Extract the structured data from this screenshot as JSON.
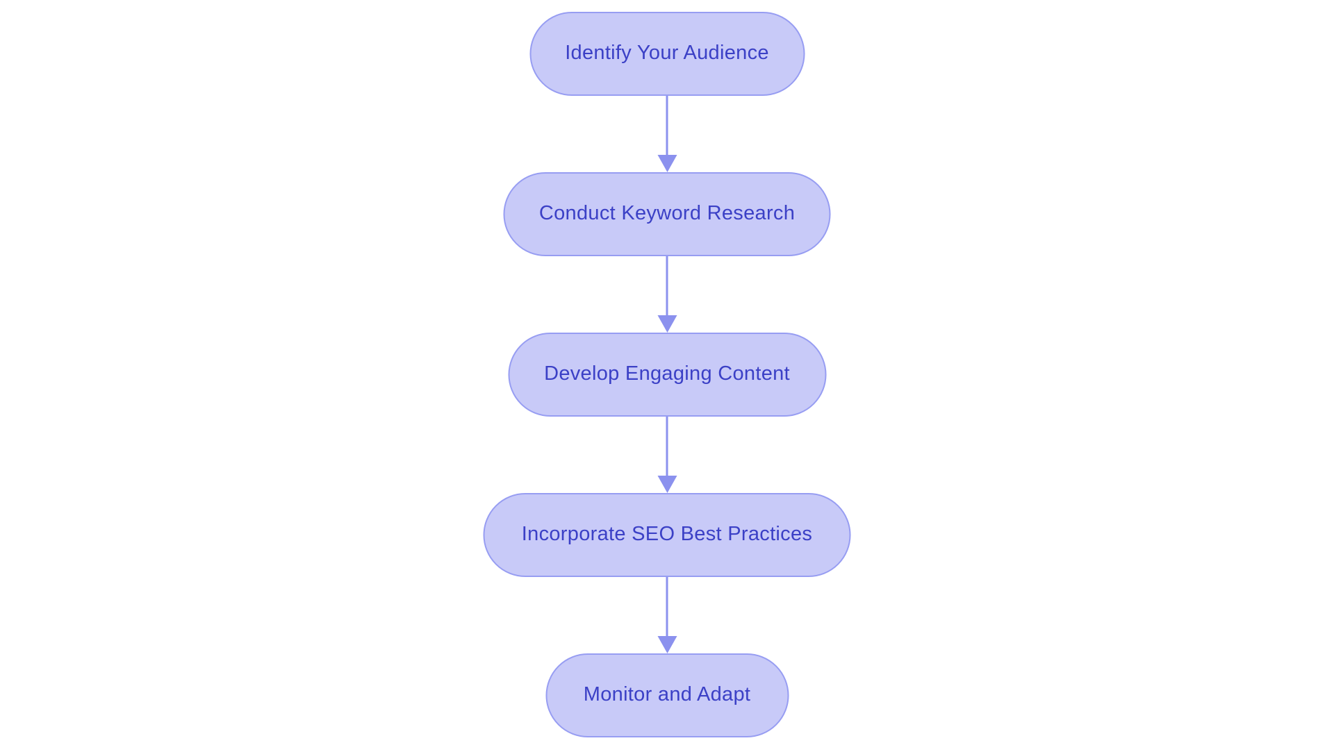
{
  "flowchart": {
    "type": "flow",
    "direction": "top-down",
    "background": "#ffffff",
    "node_fill": "#c8caf8",
    "node_border": "#979df2",
    "text_color": "#3b40c6",
    "arrow_color": "#8b91ee",
    "nodes": [
      {
        "id": "identify-your-audience",
        "label": "Identify Your Audience"
      },
      {
        "id": "conduct-keyword-research",
        "label": "Conduct Keyword Research"
      },
      {
        "id": "develop-engaging-content",
        "label": "Develop Engaging Content"
      },
      {
        "id": "incorporate-seo-best-practices",
        "label": "Incorporate SEO Best Practices"
      },
      {
        "id": "monitor-and-adapt",
        "label": "Monitor and Adapt"
      }
    ],
    "edges": [
      {
        "from": "identify-your-audience",
        "to": "conduct-keyword-research"
      },
      {
        "from": "conduct-keyword-research",
        "to": "develop-engaging-content"
      },
      {
        "from": "develop-engaging-content",
        "to": "incorporate-seo-best-practices"
      },
      {
        "from": "incorporate-seo-best-practices",
        "to": "monitor-and-adapt"
      }
    ]
  }
}
